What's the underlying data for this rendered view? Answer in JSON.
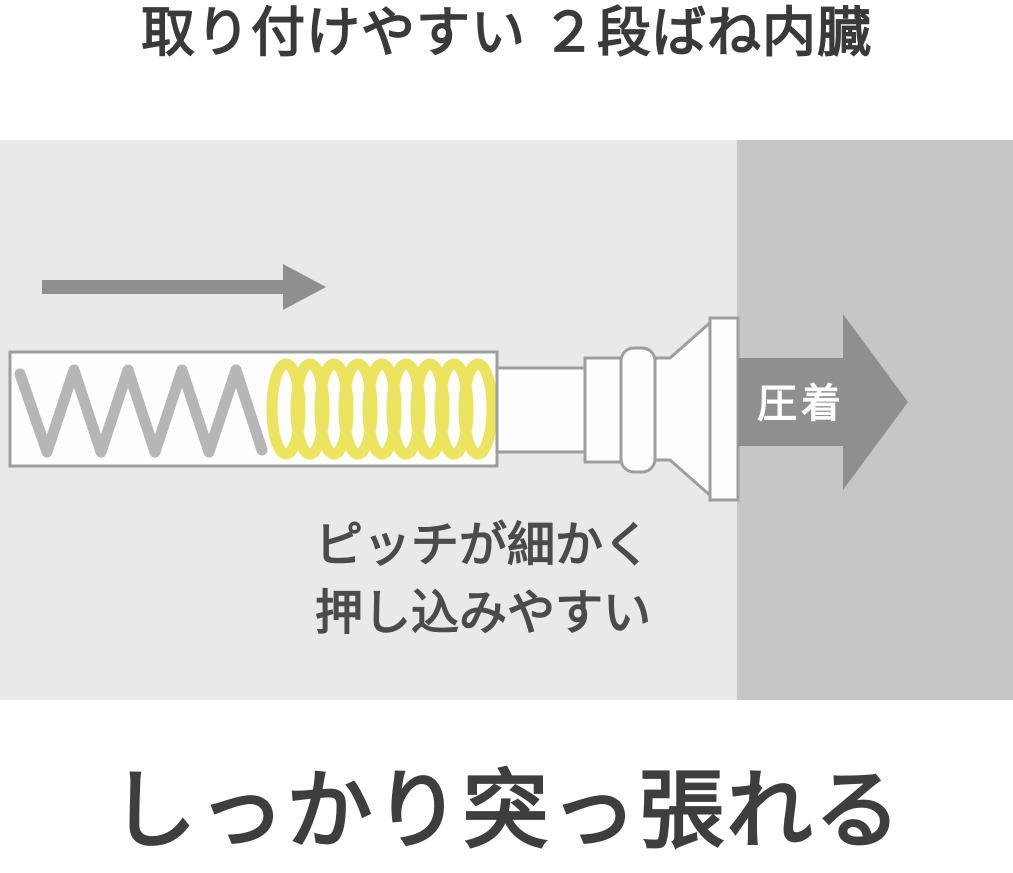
{
  "header": {
    "title": "取り付けやすい ２段ばね内臓"
  },
  "diagram": {
    "press_label": "圧着",
    "caption": {
      "line1": "ピッチが細かく",
      "line2": "押し込みやすい"
    },
    "icons": {
      "push_arrow": "right-arrow",
      "press_arrow": "right-arrow"
    },
    "colors": {
      "panel_bg": "#e9e9e9",
      "wall": "#c6c6c6",
      "arrow": "#8f8f8f",
      "spring_fine_yellow": "#ece45f",
      "spring_coarse_gray": "#b6b6b6",
      "rod_outline": "#9e9e9e",
      "text_dark": "#3a3a3a",
      "press_label_text": "#ffffff"
    }
  },
  "footer": {
    "headline": "しっかり突っ張れる"
  }
}
